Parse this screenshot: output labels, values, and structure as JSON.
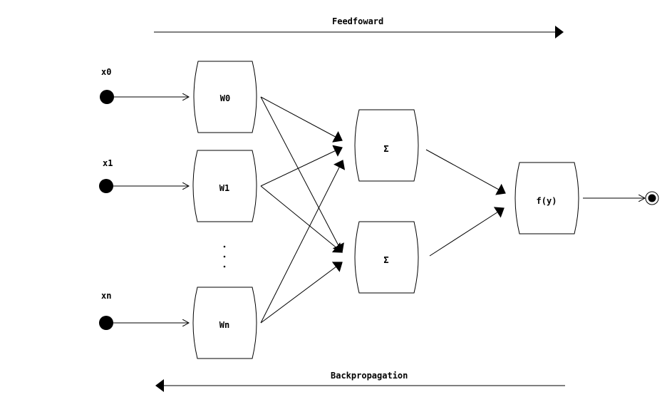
{
  "direction_labels": {
    "feedforward": "Feedfoward",
    "backpropagation": "Backpropagation"
  },
  "inputs": [
    {
      "label": "x0"
    },
    {
      "label": "x1"
    },
    {
      "label": "xn"
    }
  ],
  "weights": [
    {
      "label": "W0"
    },
    {
      "label": "W1"
    },
    {
      "label": "Wn"
    }
  ],
  "ellipsis": "· · ·",
  "sums": [
    {
      "label": "Σ"
    },
    {
      "label": "Σ"
    }
  ],
  "activation": {
    "label": "f(y)"
  },
  "colors": {
    "stroke": "#000000",
    "background": "#ffffff"
  }
}
